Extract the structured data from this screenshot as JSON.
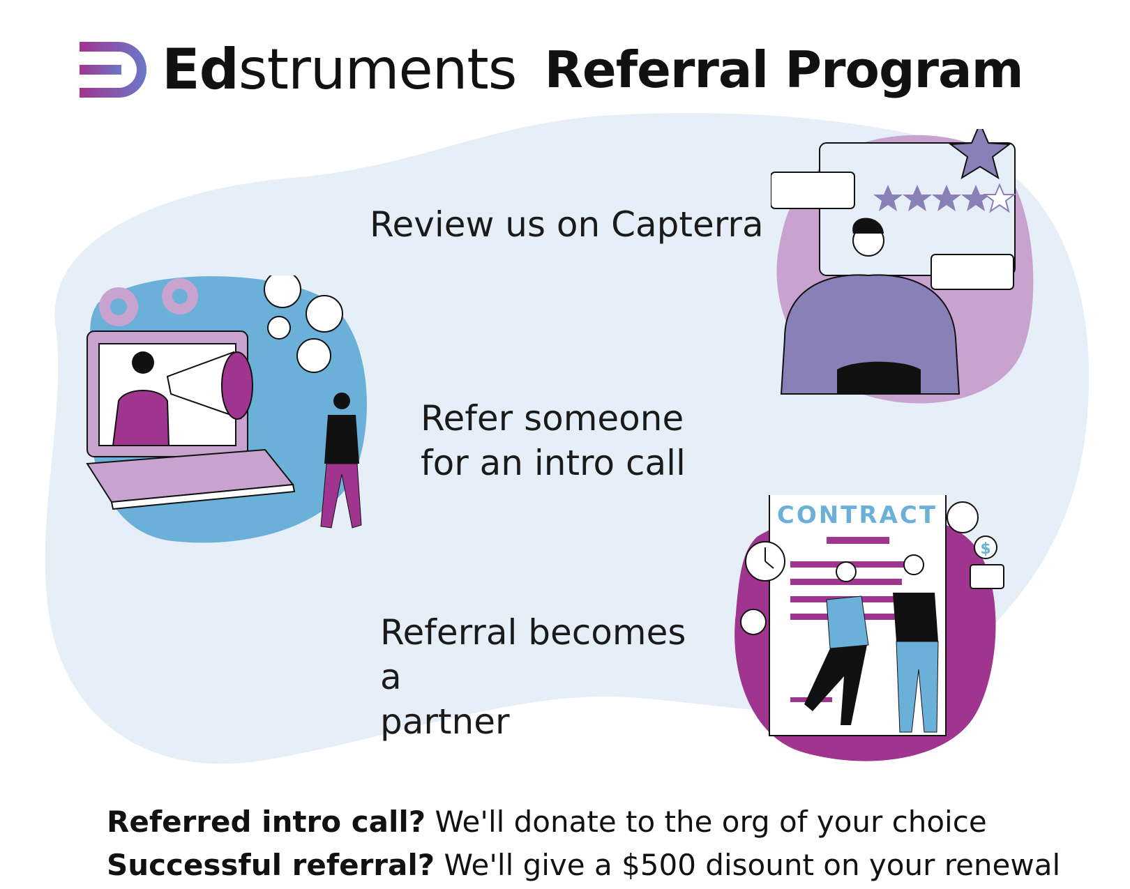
{
  "header": {
    "brand_bold": "Ed",
    "brand_light": "struments",
    "title": "Referral Program"
  },
  "steps": {
    "review": "Review us on Capterra",
    "refer_line1": "Refer someone",
    "refer_line2": "for an intro call",
    "partner_line1": "Referral becomes a",
    "partner_line2": "partner"
  },
  "illustrations": {
    "contract_label": "CONTRACT",
    "dollar_symbol": "$"
  },
  "footer": {
    "line1_question": "Referred intro call?",
    "line1_answer": " We'll donate to the org of your choice",
    "line2_question": "Successful referral?",
    "line2_answer": " We'll give a $500 disount on your renewal"
  },
  "colors": {
    "blob": "#e6eff7",
    "purple": "#a0358f",
    "lavender": "#c8a3cf",
    "periwinkle": "#8a80b8",
    "sky": "#6ab0d8",
    "ink": "#111111"
  }
}
